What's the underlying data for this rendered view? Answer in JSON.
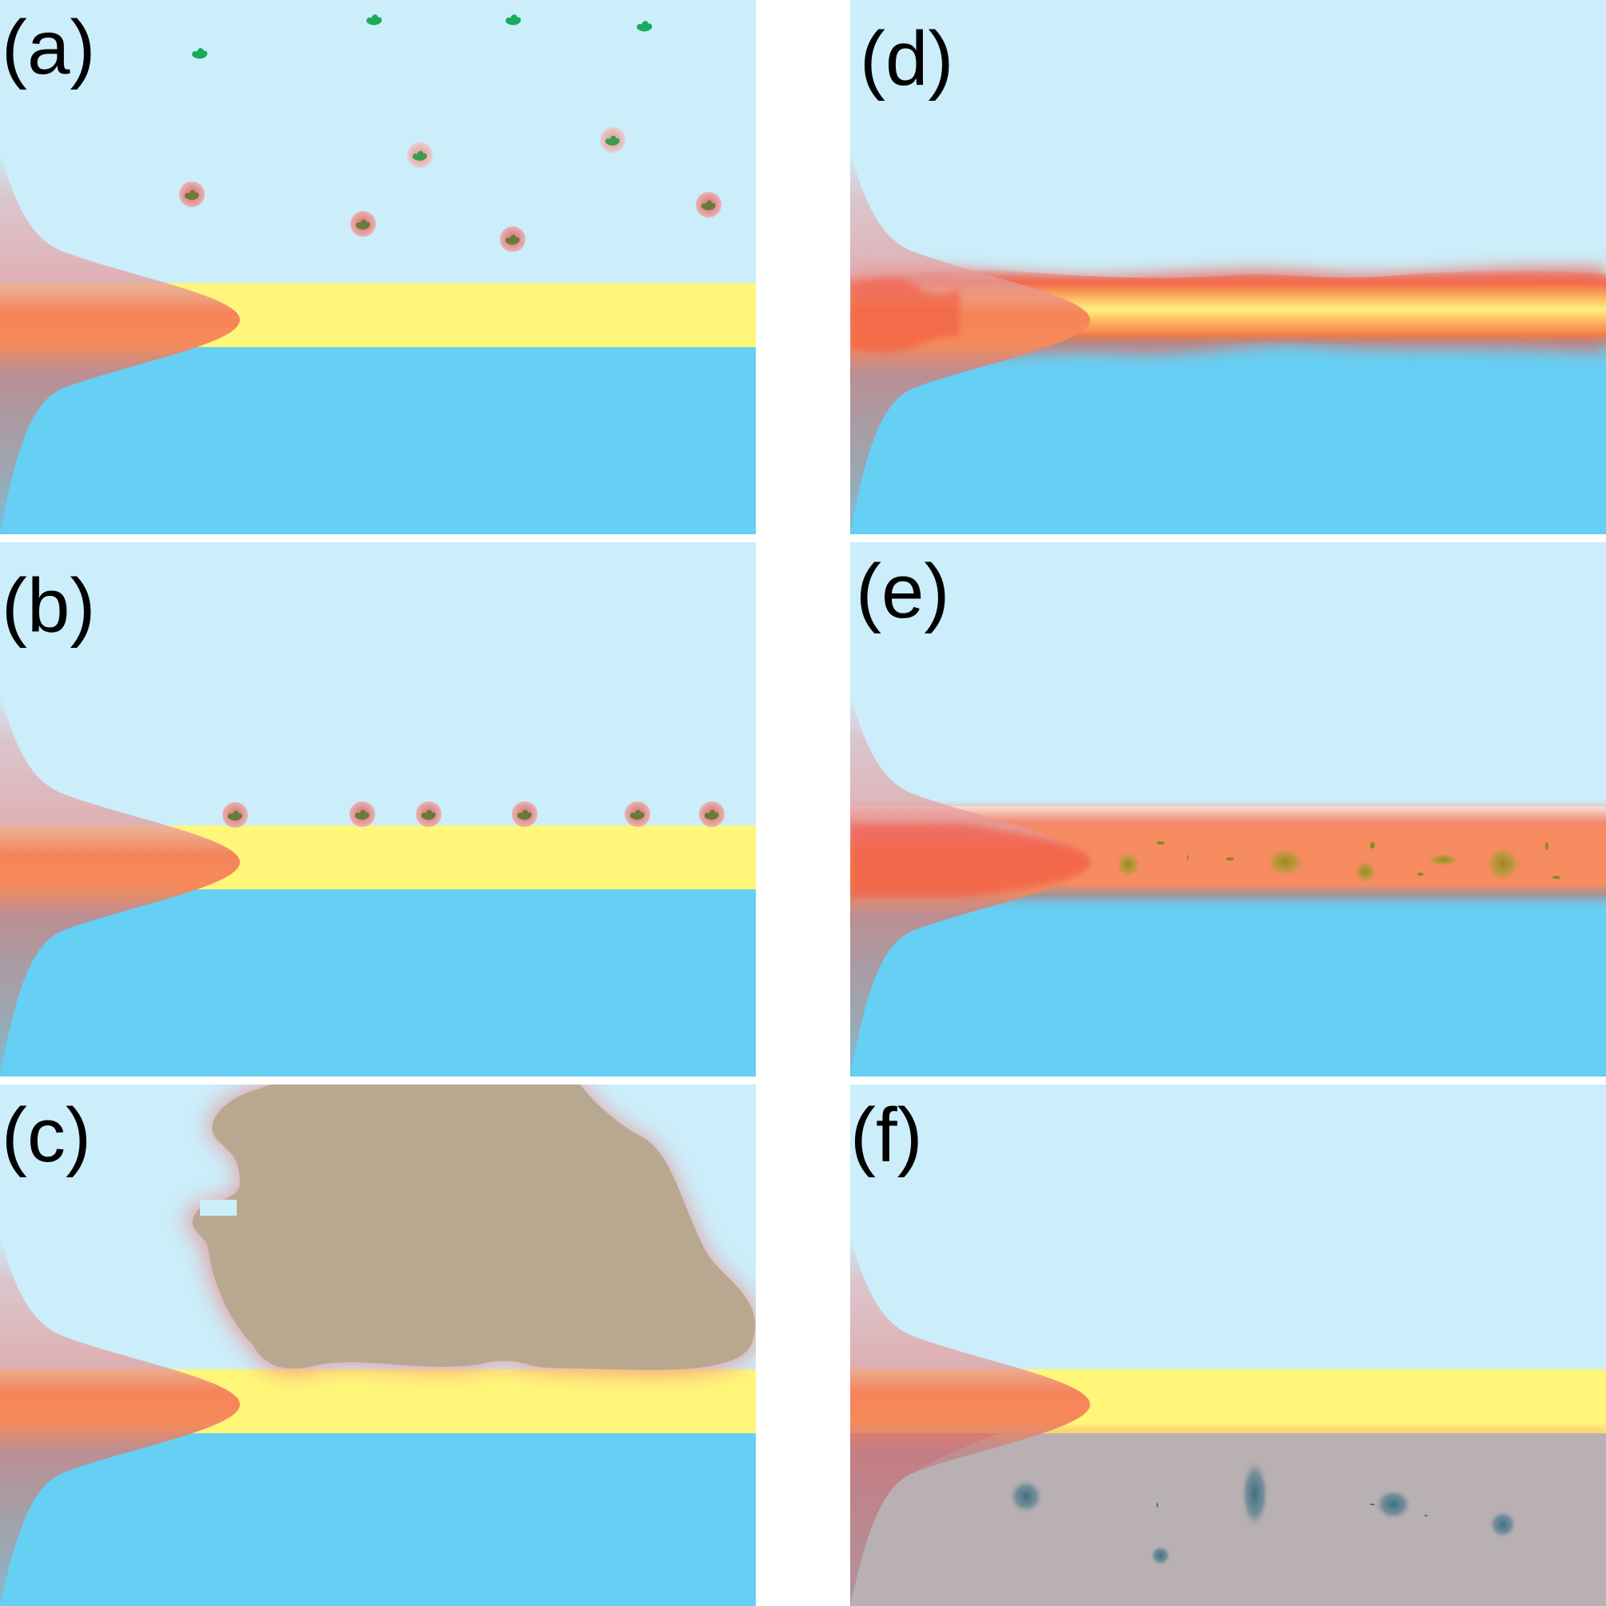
{
  "panels": [
    {
      "id": "a",
      "label": "(a)"
    },
    {
      "id": "b",
      "label": "(b)"
    },
    {
      "id": "c",
      "label": "(c)"
    },
    {
      "id": "d",
      "label": "(d)"
    },
    {
      "id": "e",
      "label": "(e)"
    },
    {
      "id": "f",
      "label": "(f)"
    }
  ],
  "colors": {
    "upper_medium": "#cbeefa",
    "lower_medium": "#66cff4",
    "interface_layer": "#fff67a",
    "profile_peak": "#f6845a",
    "profile_tail": "#d9a8ad",
    "particle_core": "#1aaa5a",
    "particle_shell": "#e79a9a",
    "aggregate": "#b8a890",
    "dispersed_phase": "#b8b0b2",
    "background": "#ffffff"
  }
}
